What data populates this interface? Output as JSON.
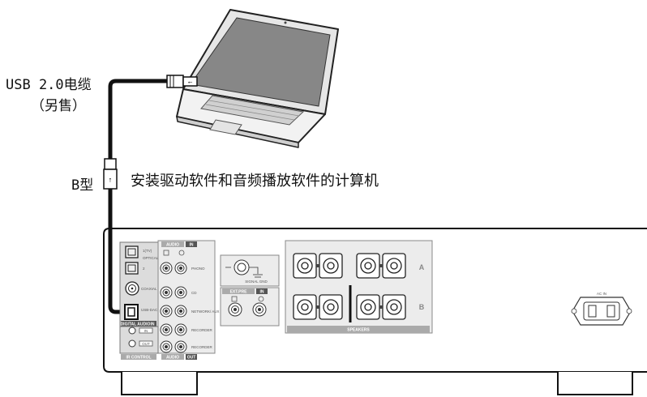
{
  "labels": {
    "cable": "USB 2.0电缆",
    "sold_separately": "（另售）",
    "b_type": "B型",
    "computer": "安装驱动软件和音频播放软件的计算机"
  },
  "panel": {
    "audio_in_header": "AUDIO",
    "in_tag": "IN",
    "optical_1": "1(TV)",
    "optical_label": "OPTICAL",
    "optical_2": "2",
    "coaxial": "COAXIAL",
    "usb_dac": "USB-DAC",
    "digital_audio": "DIGITAL AUDIO",
    "ir_control": "IR CONTROL",
    "ir_in": "IN",
    "ir_out": "OUT",
    "phono": "PHONO",
    "cd": "CD",
    "network_aux": "NETWORK/ AUX",
    "recorder": "RECORDER",
    "audio_out_footer": "AUDIO",
    "out_tag": "OUT",
    "signal_gnd": "SIGNAL GND",
    "ext_pre": "EXT.PRE",
    "speakers": "SPEAKERS",
    "speaker_a": "A",
    "speaker_b": "B",
    "ac_in": "AC IN"
  }
}
